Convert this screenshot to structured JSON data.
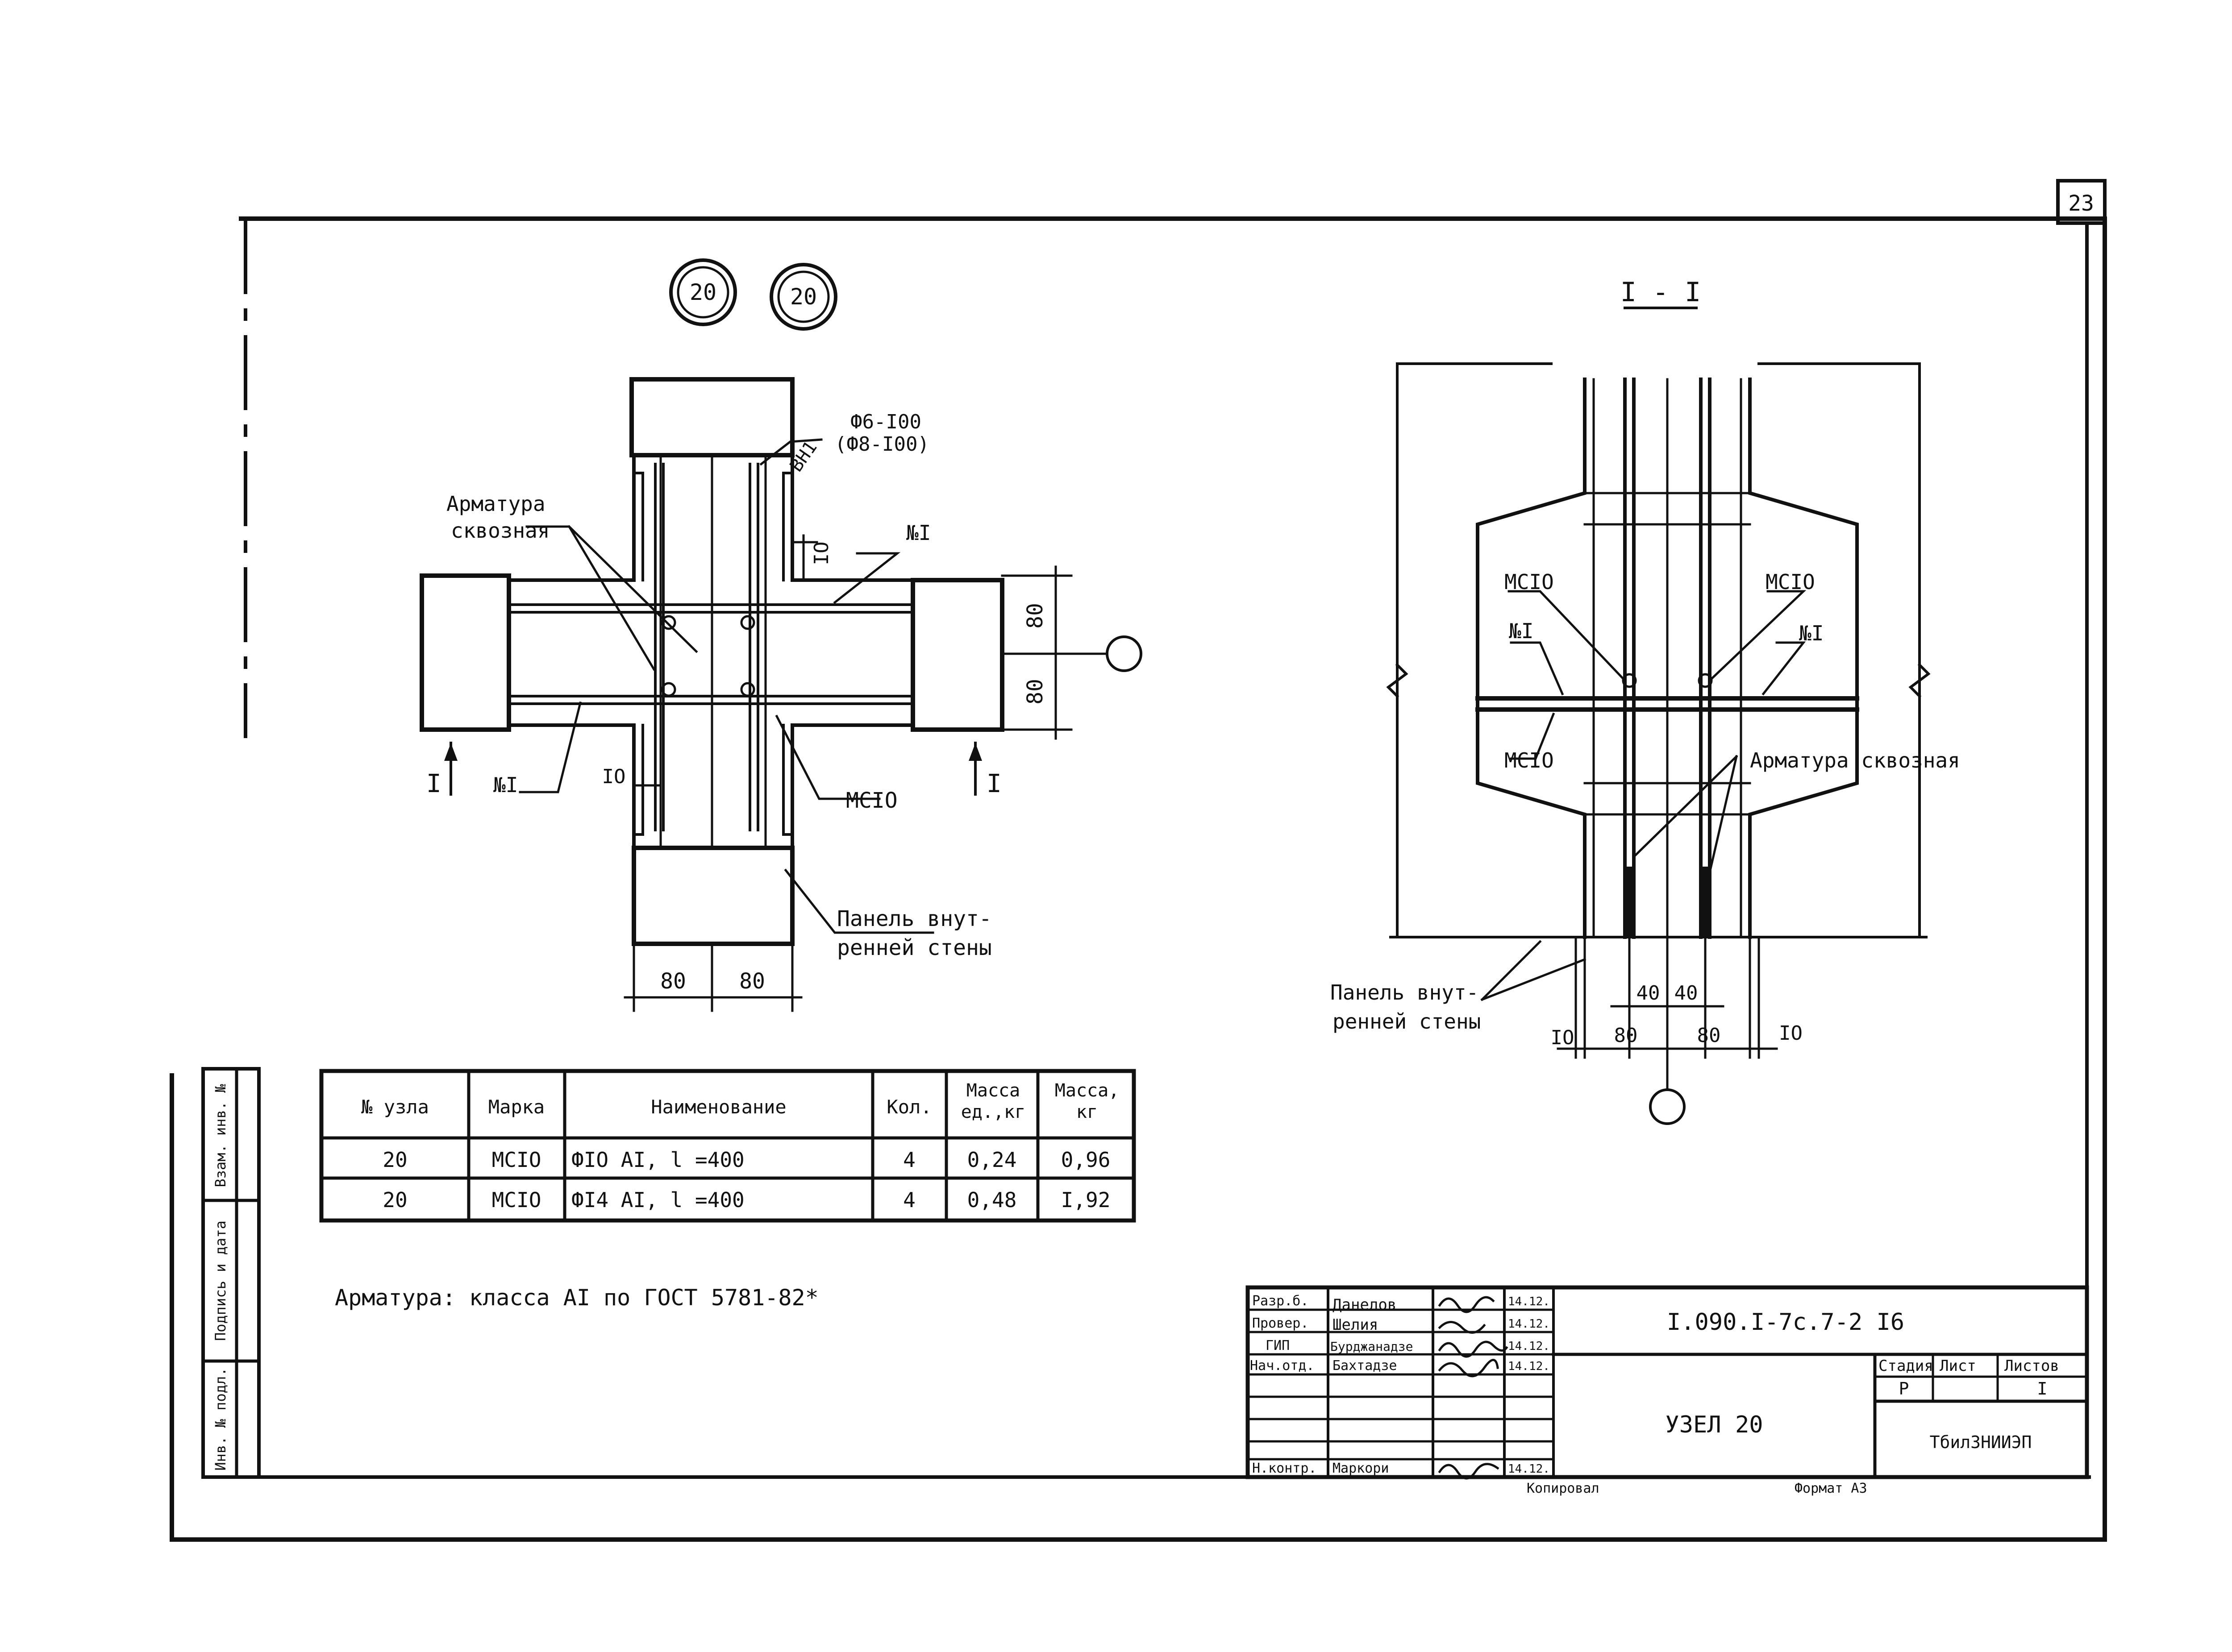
{
  "sheet": {
    "page_number": "23",
    "bubble_1": "20",
    "bubble_2": "20",
    "section_title": "I - I"
  },
  "plan": {
    "rebar_note_1": "Ф6-I00",
    "rebar_note_2": "(Ф8-I00)",
    "bn_mark": "BH1",
    "label_armatura_1": "Арматура",
    "label_armatura_2": "сквозная",
    "label_n1_top": "№I",
    "label_n1_bottom": "№I",
    "label_mc10": "МСIО",
    "label_panel_1": "Панель внут-",
    "label_panel_2": "ренней стены",
    "cut_mark_left": "I",
    "cut_mark_right": "I",
    "dim_10_top": "IO",
    "dim_10_bottom": "IO",
    "dim_80_right_1": "80",
    "dim_80_right_2": "80",
    "dim_80_bottom_1": "80",
    "dim_80_bottom_2": "80"
  },
  "section": {
    "label_mc10_left": "МСIО",
    "label_mc10_right": "МСIО",
    "label_n1_left": "№I",
    "label_n1_right": "№I",
    "label_mc10_lower": "МСIО",
    "label_armatura": "Арматура сквозная",
    "label_panel_1": "Панель внут-",
    "label_panel_2": "ренней стены",
    "dim_40_1": "40",
    "dim_40_2": "40",
    "dim_10_left": "IO",
    "dim_80_1": "80",
    "dim_80_2": "80",
    "dim_10_right": "IO"
  },
  "spec_table": {
    "headers": [
      "№ узла",
      "Марка",
      "Наименование",
      "Кол.",
      "Масса ед.,кг",
      "Масса, кг"
    ],
    "rows": [
      [
        "20",
        "МСIО",
        "ФIO AI, l =400",
        "4",
        "0,24",
        "0,96"
      ],
      [
        "20",
        "МСIО",
        "ФI4 AI, l =400",
        "4",
        "0,48",
        "I,92"
      ]
    ]
  },
  "note": "Арматура: класса AI по ГОСТ 5781-82*",
  "side_stamp": [
    "Взам. инв. №",
    "Подпись и дата",
    "Инв. № подл."
  ],
  "title_block": {
    "designation": "I.090.I-7c.7-2 I6",
    "sheet_name": "УЗЕЛ 20",
    "organization": "ТбилЗНИИЭП",
    "roles": [
      "Разр.б.",
      "Провер.",
      "ГИП",
      "Нач.отд.",
      "",
      "",
      "",
      "Н.контр."
    ],
    "names": [
      "Данелов",
      "Шелия",
      "Бурджанадзе",
      "Бахтадзе",
      "",
      "",
      "",
      "Маркори"
    ],
    "dates": [
      "14.12.",
      "14.12.",
      "14.12.",
      "14.12.",
      "",
      "",
      "",
      "14.12."
    ],
    "stage_headers": [
      "Стадия",
      "Лист",
      "Листов"
    ],
    "stage_values": [
      "Р",
      "",
      "I"
    ],
    "copied": "Копировал",
    "format": "Формат А3"
  }
}
